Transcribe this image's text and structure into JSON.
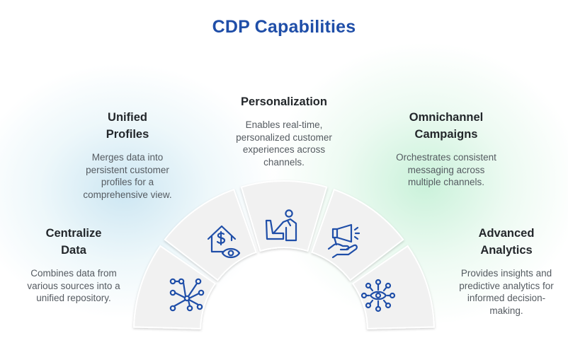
{
  "title": "CDP Capabilities",
  "capabilities": [
    {
      "heading": [
        "Centralize",
        "Data"
      ],
      "description": [
        "Combines data from",
        "various sources into a",
        "unified repository."
      ],
      "icon": "network-nodes-icon"
    },
    {
      "heading": [
        "Unified",
        "Profiles"
      ],
      "description": [
        "Merges data into",
        "persistent customer",
        "profiles for a",
        "comprehensive view."
      ],
      "icon": "house-dollar-eye-icon"
    },
    {
      "heading": [
        "Personalization"
      ],
      "description": [
        "Enables real-time,",
        "personalized customer",
        "experiences across",
        "channels."
      ],
      "icon": "person-at-desk-icon"
    },
    {
      "heading": [
        "Omnichannel",
        "Campaigns"
      ],
      "description": [
        "Orchestrates consistent",
        "messaging across",
        "multiple channels."
      ],
      "icon": "megaphone-hand-icon"
    },
    {
      "heading": [
        "Advanced",
        "Analytics"
      ],
      "description": [
        "Provides insights and",
        "predictive analytics for",
        "informed decision-",
        "making."
      ],
      "icon": "eye-network-icon"
    }
  ],
  "colors": {
    "title": "#1f4ea8",
    "icon": "#1f4ea8",
    "segment_fill": "#f1f1f1",
    "segment_stroke": "#ffffff",
    "shadow": "#d2d2d2"
  }
}
